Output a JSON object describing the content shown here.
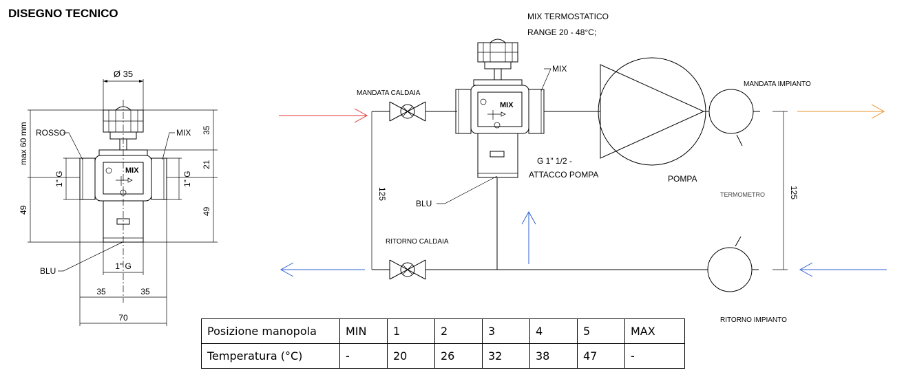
{
  "title": "DISEGNO TECNICO",
  "left_drawing": {
    "diameter": "Ø 35",
    "max_height": "max 60 mm",
    "rosso": "ROSSO",
    "mix_port": "MIX",
    "mix_body": "MIX",
    "port_left": "1\" G",
    "port_right": "1\" G",
    "port_bottom": "1\" G",
    "blu": "BLU",
    "dim_35_top": "35",
    "dim_21": "21",
    "dim_49_right": "49",
    "dim_49_left": "49",
    "dim_35_a": "35",
    "dim_35_b": "35",
    "dim_70": "70"
  },
  "schematic": {
    "mix_title": "MIX TERMOSTATICO",
    "range": "RANGE 20 - 48°C;",
    "mix_label": "MIX",
    "mix_body": "MIX",
    "mandata_caldaia": "MANDATA CALDAIA",
    "ritorno_caldaia": "RITORNO CALDAIA",
    "pump_connection_1": "G 1\" 1/2 -",
    "pump_connection_2": "ATTACCO POMPA",
    "pompa": "POMPA",
    "termometro": "TERMOMETRO",
    "mandata_impianto": "MANDATA IMPIANTO",
    "ritorno_impianto": "RITORNO IMPIANTO",
    "blu": "BLU",
    "dim_left": "125",
    "dim_right": "125",
    "colors": {
      "red_arrow": "#e03030",
      "orange_arrow": "#e8922a",
      "blue_arrow": "#2f5fd0"
    }
  },
  "table": {
    "rows": [
      {
        "label": "Posizione manopola",
        "cells": [
          "MIN",
          "1",
          "2",
          "3",
          "4",
          "5",
          "MAX"
        ]
      },
      {
        "label": "Temperatura (°C)",
        "cells": [
          "-",
          "20",
          "26",
          "32",
          "38",
          "47",
          "-"
        ]
      }
    ]
  }
}
